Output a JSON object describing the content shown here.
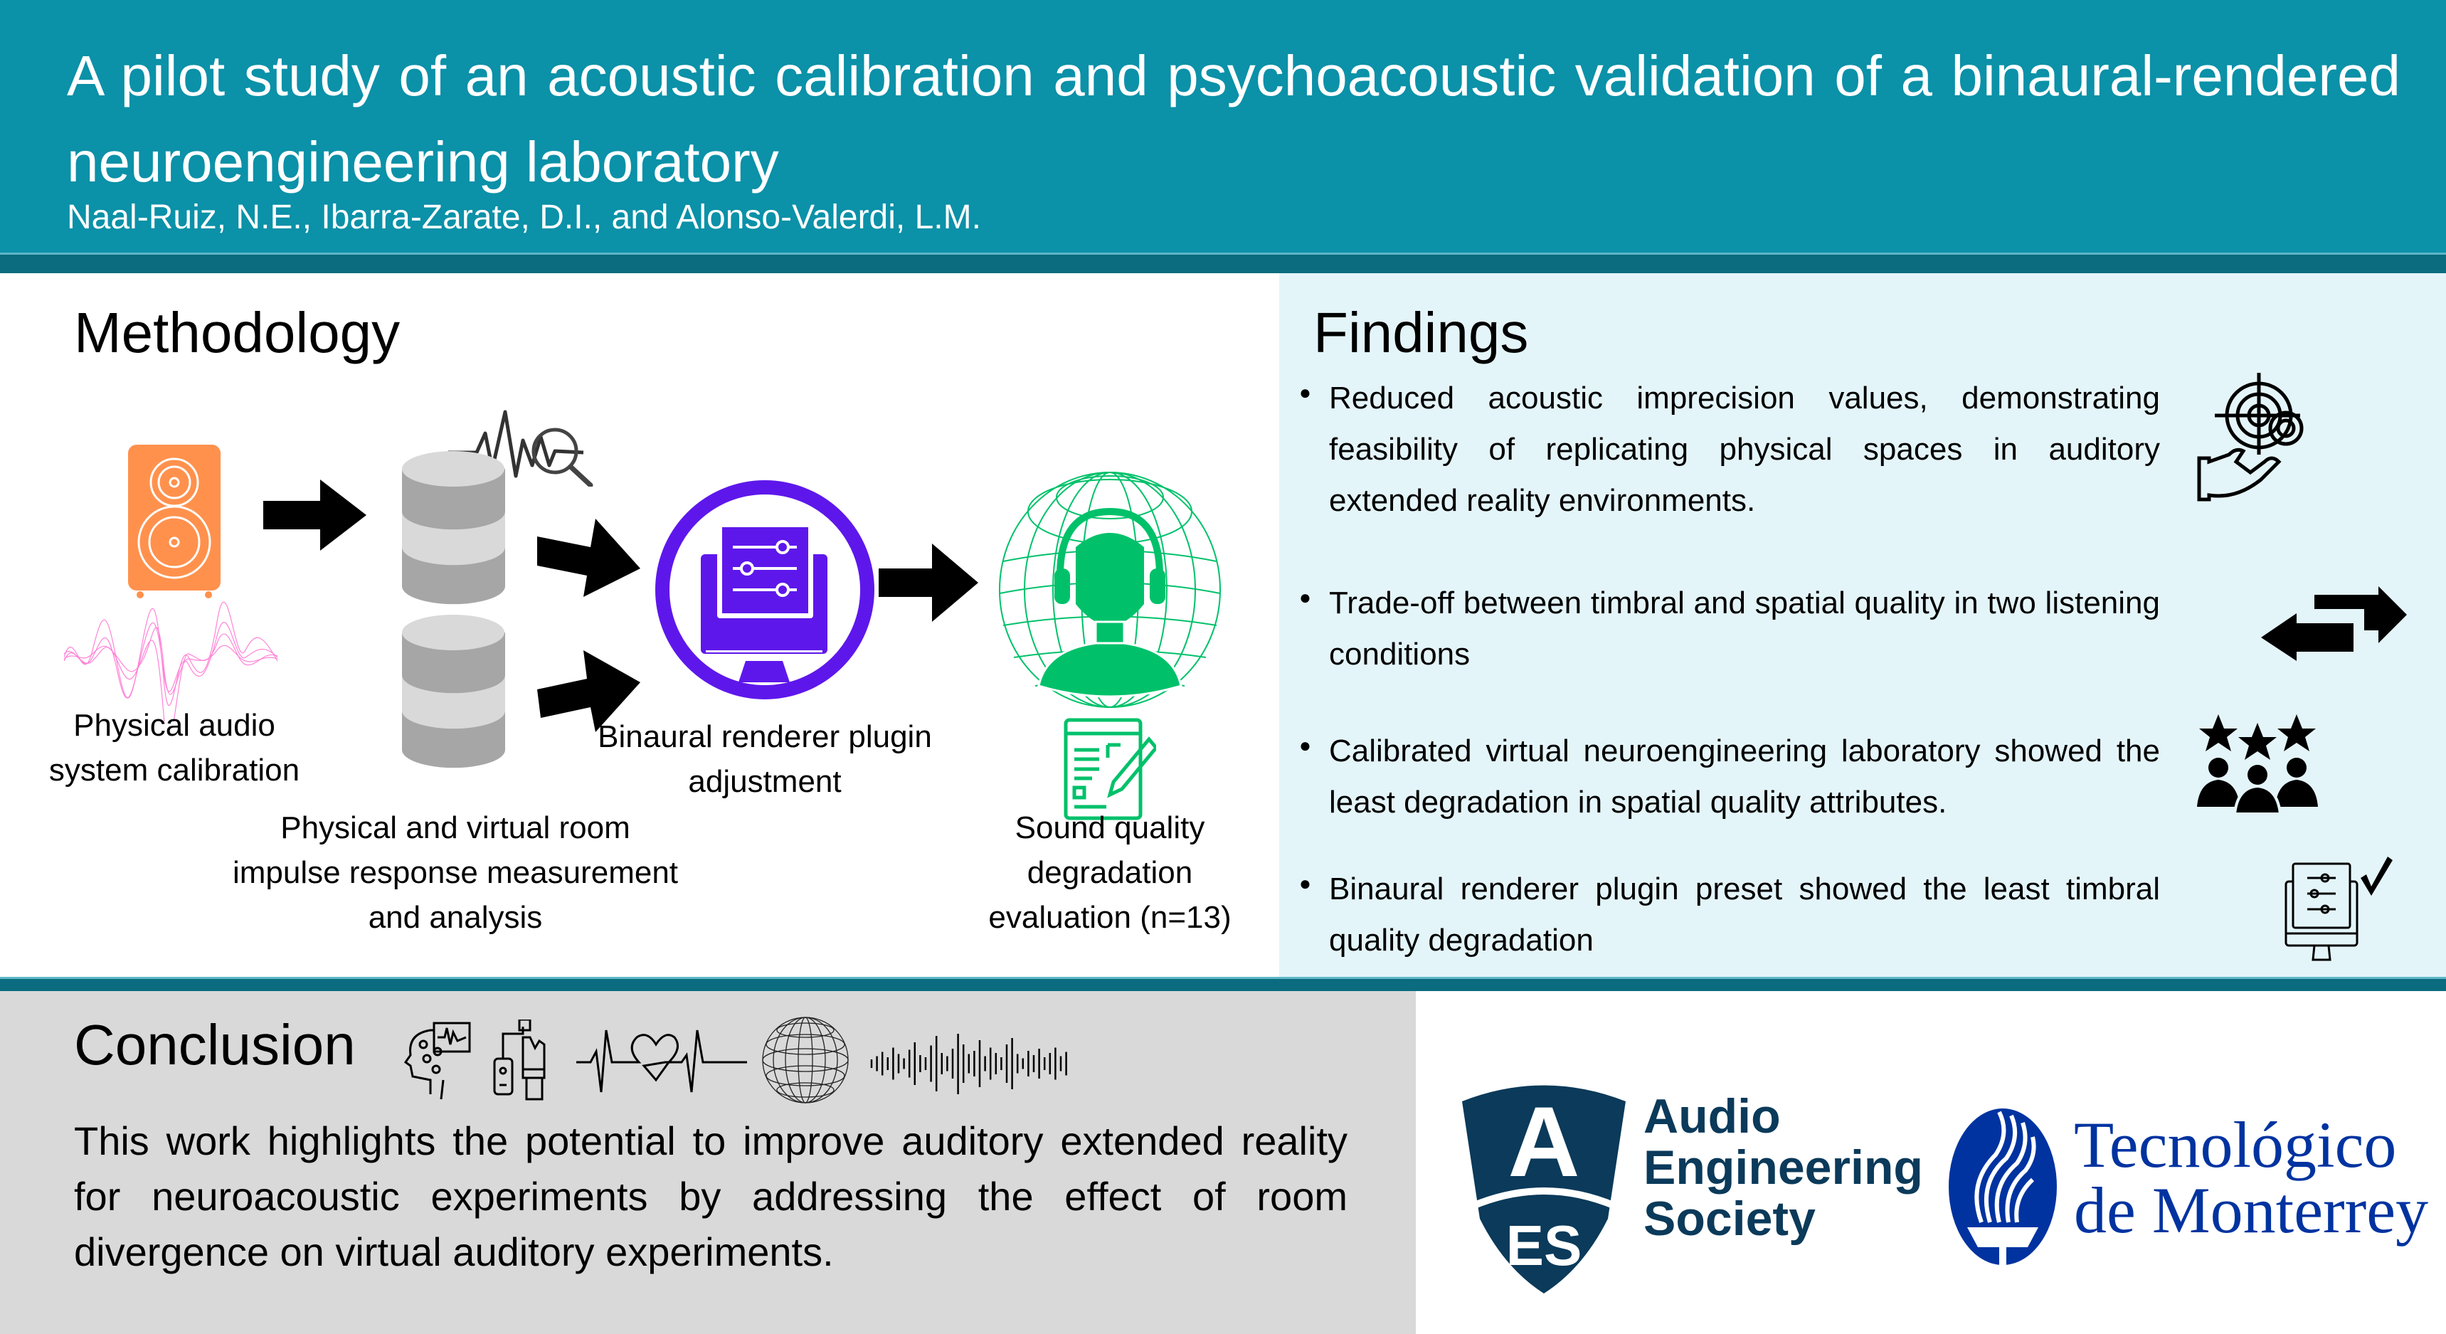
{
  "header": {
    "title": "A pilot study of an acoustic calibration and psychoacoustic validation of a binaural-rendered neuroengineering laboratory",
    "authors": "Naal-Ruiz, N.E., Ibarra-Zarate, D.I., and Alonso-Valerdi, L.M."
  },
  "methodology": {
    "heading": "Methodology",
    "steps": [
      {
        "label_lines": [
          "Physical audio",
          "system calibration"
        ],
        "icon": "speaker-icon"
      },
      {
        "label_lines": [
          "Physical and virtual room",
          "impulse response measurement",
          "and analysis"
        ],
        "icon": "database-icon"
      },
      {
        "label_lines": [
          "Binaural renderer plugin",
          "adjustment"
        ],
        "icon": "monitor-sliders-icon"
      },
      {
        "label_lines": [
          "Sound quality",
          "degradation",
          "evaluation (n=13)"
        ],
        "icon": "listener-globe-icon"
      }
    ]
  },
  "findings": {
    "heading": "Findings",
    "items": [
      {
        "text": "Reduced acoustic imprecision values, demonstrating feasibility of replicating physical spaces in auditory extended reality environments.",
        "icon": "target-gear-hand-icon"
      },
      {
        "text": "Trade-off between timbral and spatial quality in two listening conditions",
        "icon": "swap-arrows-icon"
      },
      {
        "text": "Calibrated virtual neuroengineering laboratory showed the least degradation in spatial quality attributes.",
        "icon": "rated-people-icon"
      },
      {
        "text": "Binaural renderer plugin preset showed the least timbral quality degradation",
        "icon": "monitor-check-icon"
      }
    ]
  },
  "conclusion": {
    "heading": "Conclusion",
    "text": "This work highlights the potential to improve auditory extended reality for neuroacoustic experiments by addressing the effect of room divergence on virtual auditory experiments.",
    "icons": [
      "brain-eeg-icon",
      "wearable-hand-icon",
      "heartbeat-icon",
      "globe-wireframe-icon",
      "sound-wave-icon"
    ]
  },
  "logos": {
    "aes": {
      "letters_top": "A",
      "letters_bottom": "ES",
      "line1": "Audio",
      "line2": "Engineering",
      "line3": "Society",
      "color": "#0b3a5a"
    },
    "tec": {
      "line1": "Tecnológico",
      "line2": "de Monterrey",
      "color": "#0033a0"
    }
  },
  "colors": {
    "header_bg": "#0b91a8",
    "stripe": "#0a6c7e",
    "findings_bg": "#e4f5fa",
    "conclusion_bg": "#d9d9d9",
    "speaker": "#ff914d",
    "plugin": "#5e17eb",
    "listener": "#00c16a"
  }
}
